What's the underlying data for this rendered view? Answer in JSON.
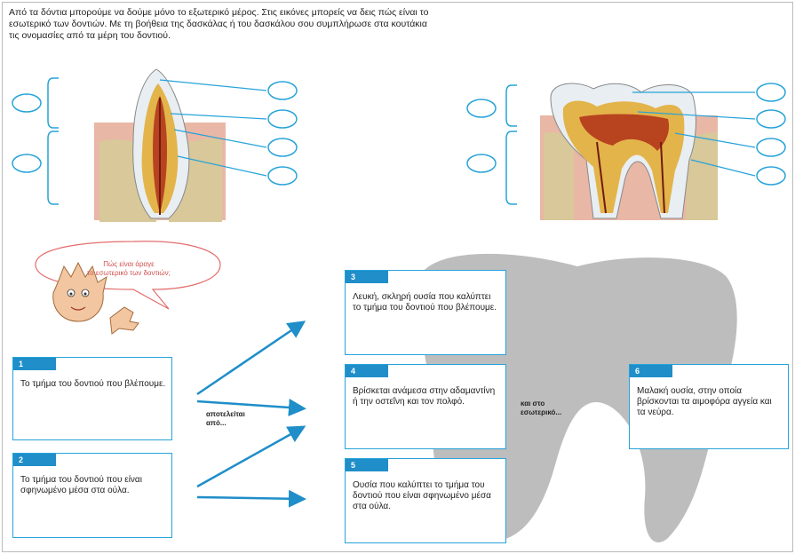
{
  "intro": {
    "line1": "Από τα δόντια μπορούμε να δούμε μόνο το εξωτερικό μέρος. Στις εικόνες μπορείς να δεις πώς είναι το",
    "line2": "εσωτερικό των δοντιών. Με τη βοήθεια της δασκάλας ή του δασκάλου σου συμπλήρωσε στα κουτάκια",
    "line3": "τις ονομασίες από τα μέρη του δοντιού."
  },
  "speech_bubble": {
    "line1": "Πώς είναι άραγε",
    "line2": "το εσωτερικό των δοντιών;"
  },
  "connectors": {
    "consists_of": "αποτελείται",
    "consists_of_2": "από...",
    "and_inside": "και στο",
    "and_inside_2": "εσωτερικό..."
  },
  "boxes": [
    {
      "number": "1",
      "text": "Το τμήμα του δοντιού που βλέπουμε."
    },
    {
      "number": "2",
      "text": "Το τμήμα του δοντιού που είναι σφηνωμένο μέσα στα ούλα."
    },
    {
      "number": "3",
      "text": "Λευκή, σκληρή ουσία που καλύπτει το τμήμα του δοντιού που βλέπουμε."
    },
    {
      "number": "4",
      "text": "Βρίσκεται ανάμεσα στην αδαμαντίνη ή την οστεΐνη και τον πολφό."
    },
    {
      "number": "5",
      "text": "Ουσία που καλύπτει το τμήμα του δοντιού που είναι σφηνωμένο μέσα στα ούλα."
    },
    {
      "number": "6",
      "text": "Μαλακή ουσία, στην οποία βρίσκονται τα αιμοφόρα αγγεία και τα νεύρα."
    }
  ],
  "colors": {
    "accent_blue": "#1f8ec9",
    "box_border": "#27a3d9",
    "tooth_shadow": "#bdbdbd",
    "gum": "#e9b7a6",
    "bubble_text": "#d05050"
  }
}
